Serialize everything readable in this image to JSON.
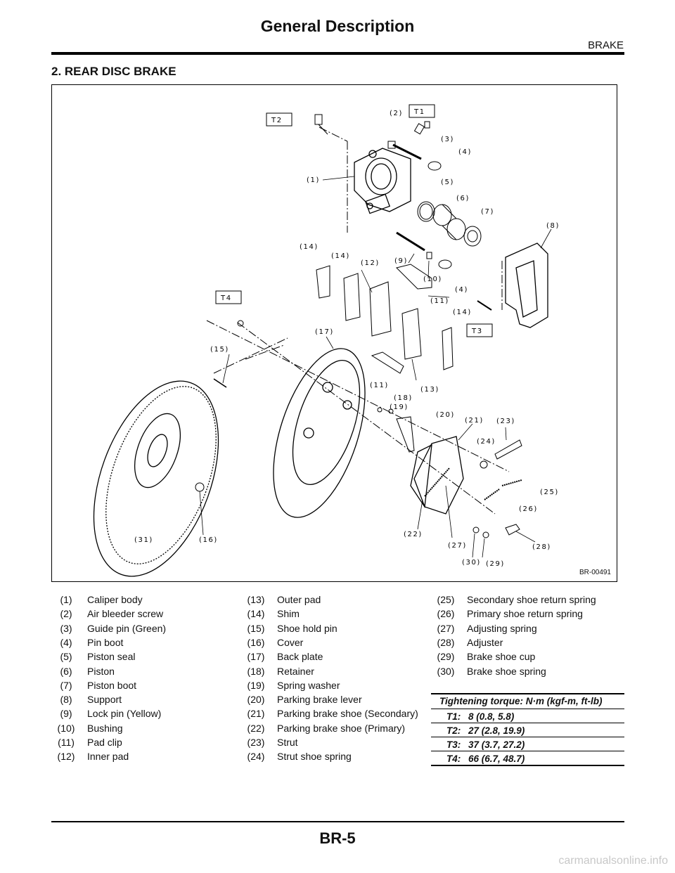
{
  "header": {
    "title": "General Description",
    "section": "BRAKE"
  },
  "section_heading": "2.  REAR DISC BRAKE",
  "figure": {
    "id": "BR-00491",
    "callouts": [
      "(1)",
      "(2)",
      "(3)",
      "(4)",
      "(5)",
      "(6)",
      "(7)",
      "(8)",
      "(9)",
      "(10)",
      "(4)",
      "(11)",
      "(12)",
      "(14)",
      "(14)",
      "(14)",
      "(17)",
      "(15)",
      "(11)",
      "(13)",
      "(18)",
      "(19)",
      "(20)",
      "(21)",
      "(23)",
      "(24)",
      "(25)",
      "(26)",
      "(28)",
      "(22)",
      "(27)",
      "(30)",
      "(29)",
      "(31)",
      "(16)"
    ],
    "torque_tags": [
      "T1",
      "T2",
      "T3",
      "T4"
    ]
  },
  "legend": {
    "col1": [
      {
        "num": "(1)",
        "name": "Caliper body"
      },
      {
        "num": "(2)",
        "name": "Air bleeder screw"
      },
      {
        "num": "(3)",
        "name": "Guide pin (Green)"
      },
      {
        "num": "(4)",
        "name": "Pin boot"
      },
      {
        "num": "(5)",
        "name": "Piston seal"
      },
      {
        "num": "(6)",
        "name": "Piston"
      },
      {
        "num": "(7)",
        "name": "Piston boot"
      },
      {
        "num": "(8)",
        "name": "Support"
      },
      {
        "num": "(9)",
        "name": "Lock pin (Yellow)"
      },
      {
        "num": "(10)",
        "name": "Bushing"
      },
      {
        "num": "(11)",
        "name": "Pad clip"
      },
      {
        "num": "(12)",
        "name": "Inner pad"
      }
    ],
    "col2": [
      {
        "num": "(13)",
        "name": "Outer pad"
      },
      {
        "num": "(14)",
        "name": "Shim"
      },
      {
        "num": "(15)",
        "name": "Shoe hold pin"
      },
      {
        "num": "(16)",
        "name": "Cover"
      },
      {
        "num": "(17)",
        "name": "Back plate"
      },
      {
        "num": "(18)",
        "name": "Retainer"
      },
      {
        "num": "(19)",
        "name": "Spring washer"
      },
      {
        "num": "(20)",
        "name": "Parking brake lever"
      },
      {
        "num": "(21)",
        "name": "Parking brake shoe (Secondary)"
      },
      {
        "num": "(22)",
        "name": "Parking brake shoe (Primary)"
      },
      {
        "num": "(23)",
        "name": "Strut"
      },
      {
        "num": "(24)",
        "name": "Strut shoe spring"
      }
    ],
    "col3": [
      {
        "num": "(25)",
        "name": "Secondary shoe return spring"
      },
      {
        "num": "(26)",
        "name": "Primary shoe return spring"
      },
      {
        "num": "(27)",
        "name": "Adjusting spring"
      },
      {
        "num": "(28)",
        "name": "Adjuster"
      },
      {
        "num": "(29)",
        "name": "Brake shoe cup"
      },
      {
        "num": "(30)",
        "name": "Brake shoe spring"
      }
    ]
  },
  "torque": {
    "title": "Tightening torque: N·m (kgf-m, ft-lb)",
    "rows": [
      {
        "key": "T1:",
        "value": "8 (0.8, 5.8)"
      },
      {
        "key": "T2:",
        "value": "27 (2.8, 19.9)"
      },
      {
        "key": "T3:",
        "value": "37 (3.7, 27.2)"
      },
      {
        "key": "T4:",
        "value": "66 (6.7, 48.7)"
      }
    ]
  },
  "footer": {
    "page_number": "BR-5",
    "watermark": "carmanualsonline.info"
  }
}
